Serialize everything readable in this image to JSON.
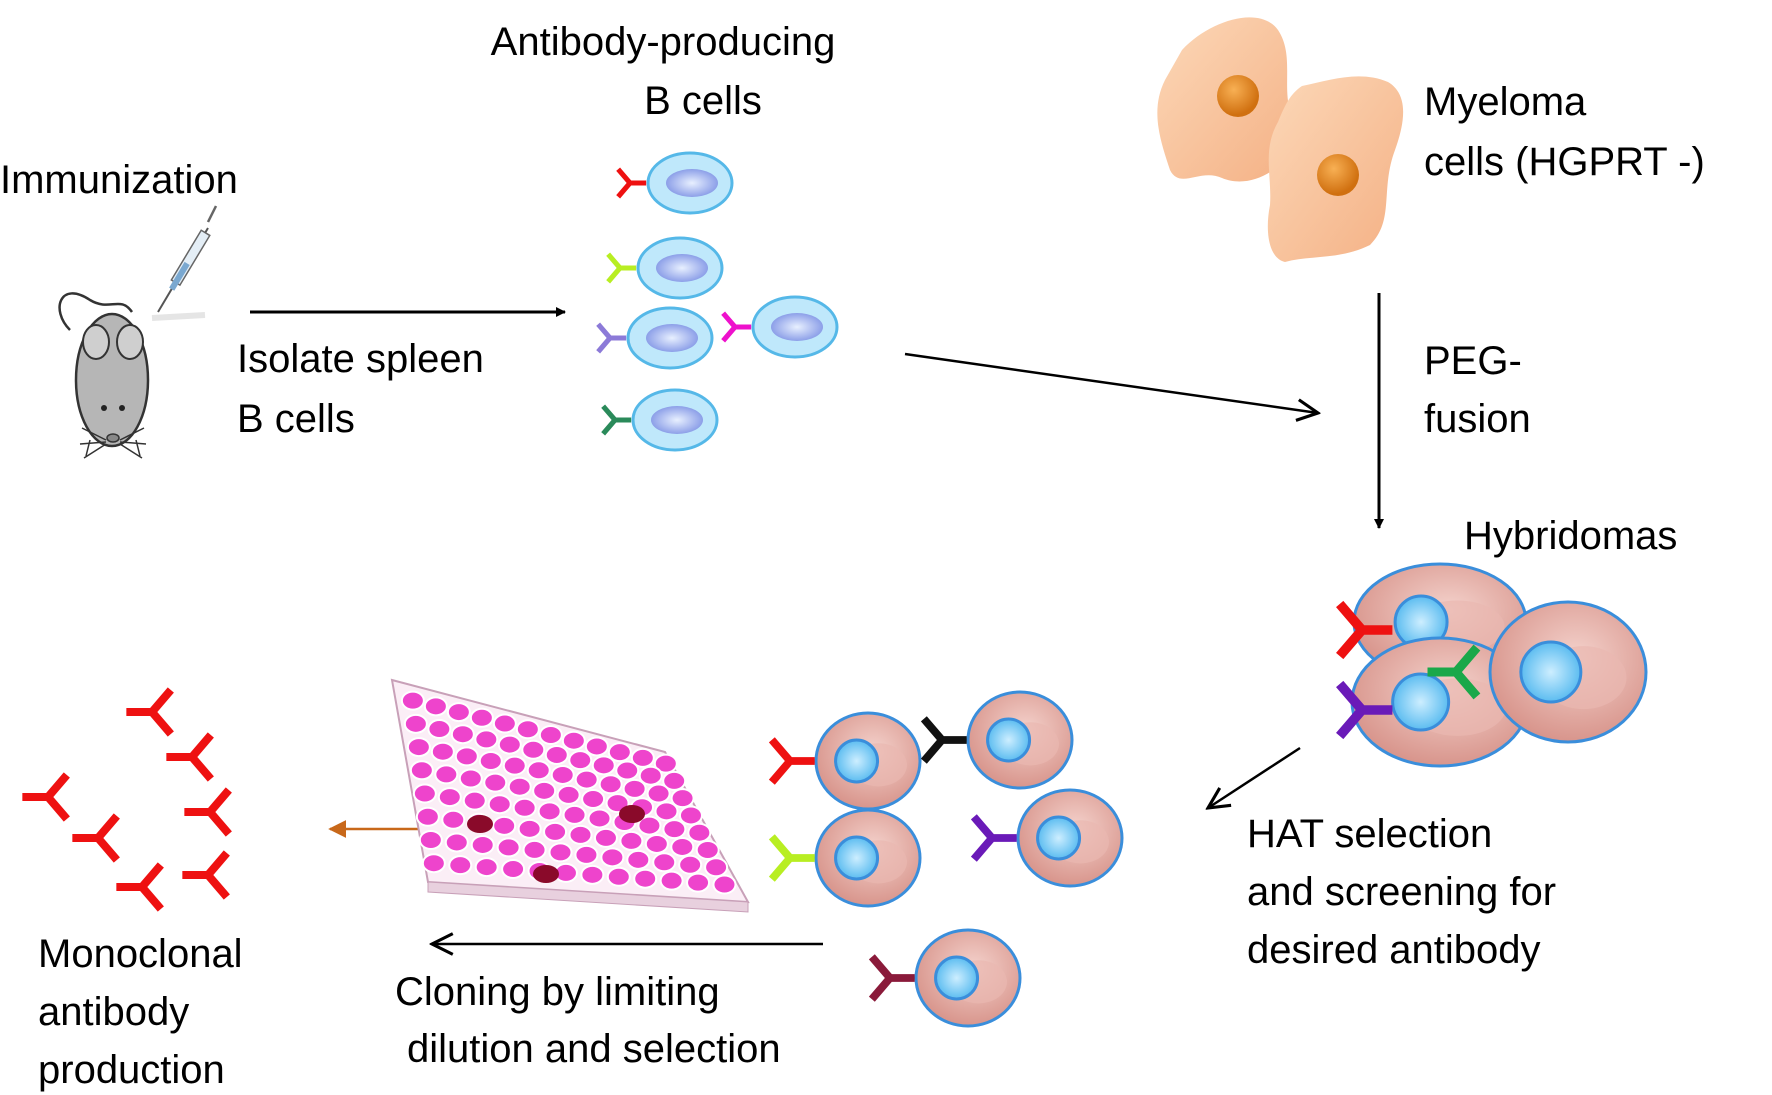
{
  "labels": {
    "immunization": "Immunization",
    "isolate_line1": "Isolate spleen",
    "isolate_line2": "B cells",
    "bcells_line1": "Antibody-producing",
    "bcells_line2": "B cells",
    "myeloma_line1": "Myeloma",
    "myeloma_line2": "cells (HGPRT -)",
    "peg_line1": "PEG-",
    "peg_line2": "fusion",
    "hybridomas": "Hybridomas",
    "hat_line1": "HAT selection",
    "hat_line2": "and screening for",
    "hat_line3": "desired antibody",
    "cloning_line1": "Cloning by limiting",
    "cloning_line2": "dilution and selection",
    "mono_line1": "Monoclonal",
    "mono_line2": "antibody",
    "mono_line3": "production"
  },
  "antibody_colors": {
    "red": "#ee1111",
    "yellow_green": "#b8ee22",
    "lavender": "#8c7ad8",
    "magenta": "#ee11cc",
    "dark_green": "#2a8a5a",
    "green": "#1aa84a",
    "purple": "#6a1ab8",
    "black": "#111111",
    "maroon": "#8a1a3a",
    "plate_well": "#ee44cc",
    "plate_selected_well": "#8a0a2a",
    "arrow_orange": "#c8681a"
  }
}
